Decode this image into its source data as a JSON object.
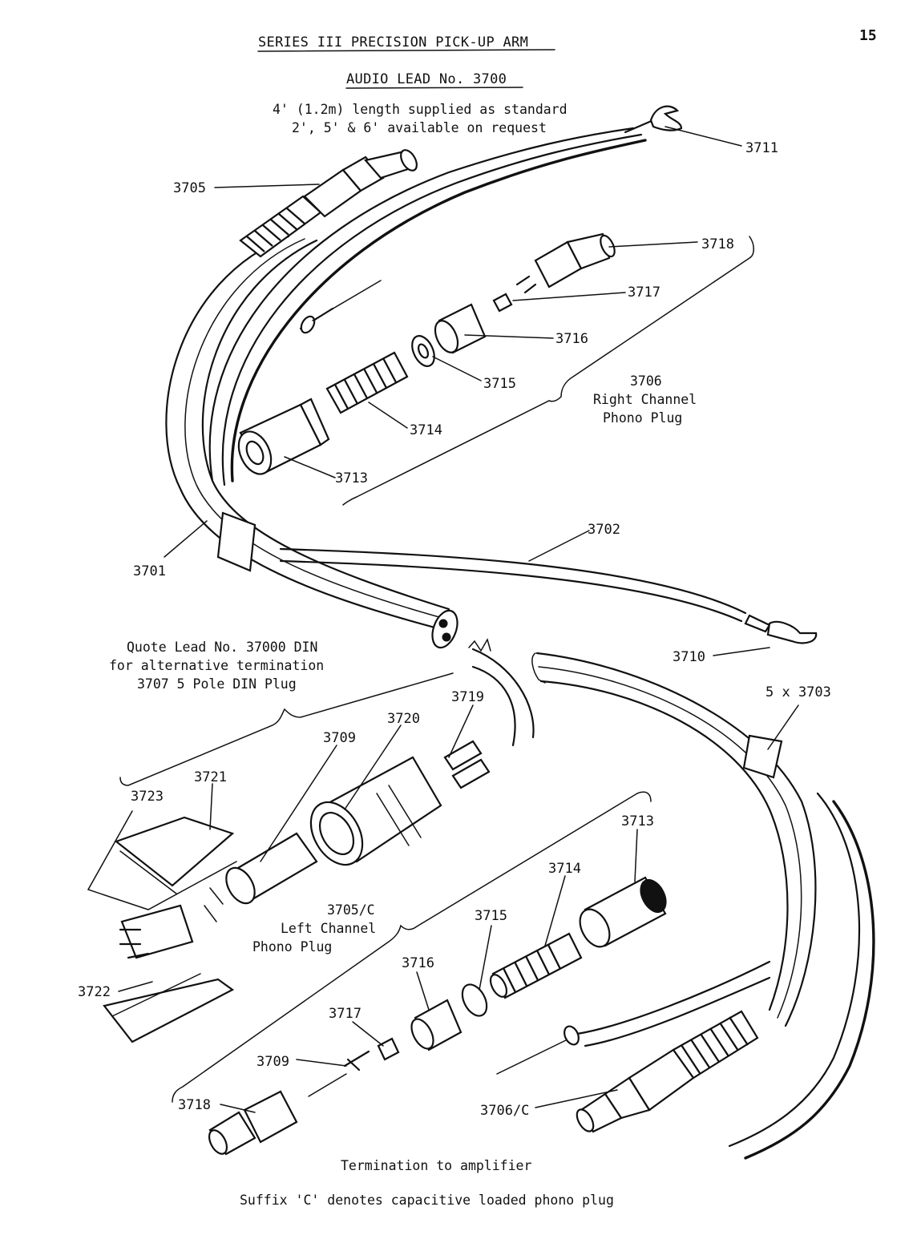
{
  "header": {
    "title": "SERIES III PRECISION PICK-UP ARM",
    "page_number": "15"
  },
  "subheader": {
    "title": "AUDIO LEAD No. 3700",
    "length_line1": "4' (1.2m) length supplied as standard",
    "length_line2": "2', 5' & 6' available on request"
  },
  "groups": {
    "right_plug": {
      "number": "3706",
      "line1": "Right Channel",
      "line2": "Phono Plug"
    },
    "left_plug": {
      "number": "3705/C",
      "line1": "Left Channel",
      "line2": "Phono Plug"
    },
    "din_note": {
      "line1": "Quote Lead No. 37000 DIN",
      "line2": "for alternative termination",
      "line3": "3707 5 Pole DIN Plug"
    }
  },
  "part_labels": {
    "p3711": "3711",
    "p3705": "3705",
    "p3718_top": "3718",
    "p3717_top": "3717",
    "p3716_top": "3716",
    "p3715_top": "3715",
    "p3714_top": "3714",
    "p3713_top": "3713",
    "p3702": "3702",
    "p3701": "3701",
    "p3710": "3710",
    "p3703": "5 x 3703",
    "p3719": "3719",
    "p3720": "3720",
    "p3709_din": "3709",
    "p3721": "3721",
    "p3723": "3723",
    "p3722": "3722",
    "p3713_bot": "3713",
    "p3714_bot": "3714",
    "p3715_bot": "3715",
    "p3716_bot": "3716",
    "p3717_bot": "3717",
    "p3709_bot": "3709",
    "p3718_bot": "3718",
    "p3706c": "3706/C"
  },
  "footer": {
    "termination": "Termination to amplifier",
    "suffix_note": "Suffix 'C' denotes capacitive loaded phono plug"
  }
}
